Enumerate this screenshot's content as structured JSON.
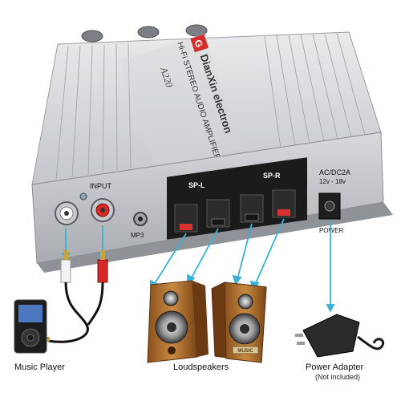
{
  "amplifier": {
    "brand_text": "DianXin electron",
    "product_line": "Hi-Fi STEREO AUDIO AMPLIFIER",
    "model": "A220",
    "input_label": "INPUT",
    "mp3_label": "MP3",
    "sp_left_label": "SP-L",
    "sp_right_label": "SP-R",
    "ac_dc_label": "AC/DC2A",
    "voltage_label": "12v - 18v",
    "power_label": "POWER",
    "logo_letter": "G"
  },
  "labels": {
    "music_player": "Music Player",
    "loudspeakers": "Loudspeakers",
    "power_adapter": "Power Adapter",
    "not_included": "(Not included)"
  },
  "speaker_badge": "MUSIC",
  "colors": {
    "arrow": "#3bb0d8",
    "logo_red": "#d62b2b",
    "speaker_wood": "#b8742e",
    "panel_silver": "#c9ccd0"
  }
}
